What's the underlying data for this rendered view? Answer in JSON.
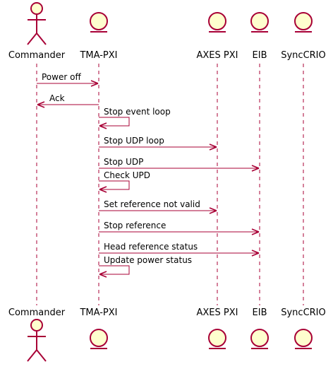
{
  "participants": [
    {
      "id": "commander",
      "label": "Commander",
      "kind": "actor"
    },
    {
      "id": "tma",
      "label": "TMA-PXI",
      "kind": "entity"
    },
    {
      "id": "axes",
      "label": "AXES PXI",
      "kind": "entity"
    },
    {
      "id": "eib",
      "label": "EIB",
      "kind": "entity"
    },
    {
      "id": "synccrio",
      "label": "SyncCRIO",
      "kind": "entity"
    }
  ],
  "messages": [
    {
      "from": "commander",
      "to": "tma",
      "label": "Power off"
    },
    {
      "from": "tma",
      "to": "commander",
      "label": "Ack"
    },
    {
      "from": "tma",
      "to": "tma",
      "label": "Stop event loop"
    },
    {
      "from": "tma",
      "to": "axes",
      "label": "Stop UDP loop"
    },
    {
      "from": "tma",
      "to": "eib",
      "label": "Stop UDP"
    },
    {
      "from": "tma",
      "to": "tma",
      "label": "Check UPD"
    },
    {
      "from": "tma",
      "to": "axes",
      "label": "Set reference not valid"
    },
    {
      "from": "tma",
      "to": "eib",
      "label": "Stop reference"
    },
    {
      "from": "tma",
      "to": "eib",
      "label": "Head reference status"
    },
    {
      "from": "tma",
      "to": "tma",
      "label": "Update power status"
    }
  ],
  "colors": {
    "line": "#A80036",
    "fill": "#FEFECE",
    "text": "#000000"
  }
}
